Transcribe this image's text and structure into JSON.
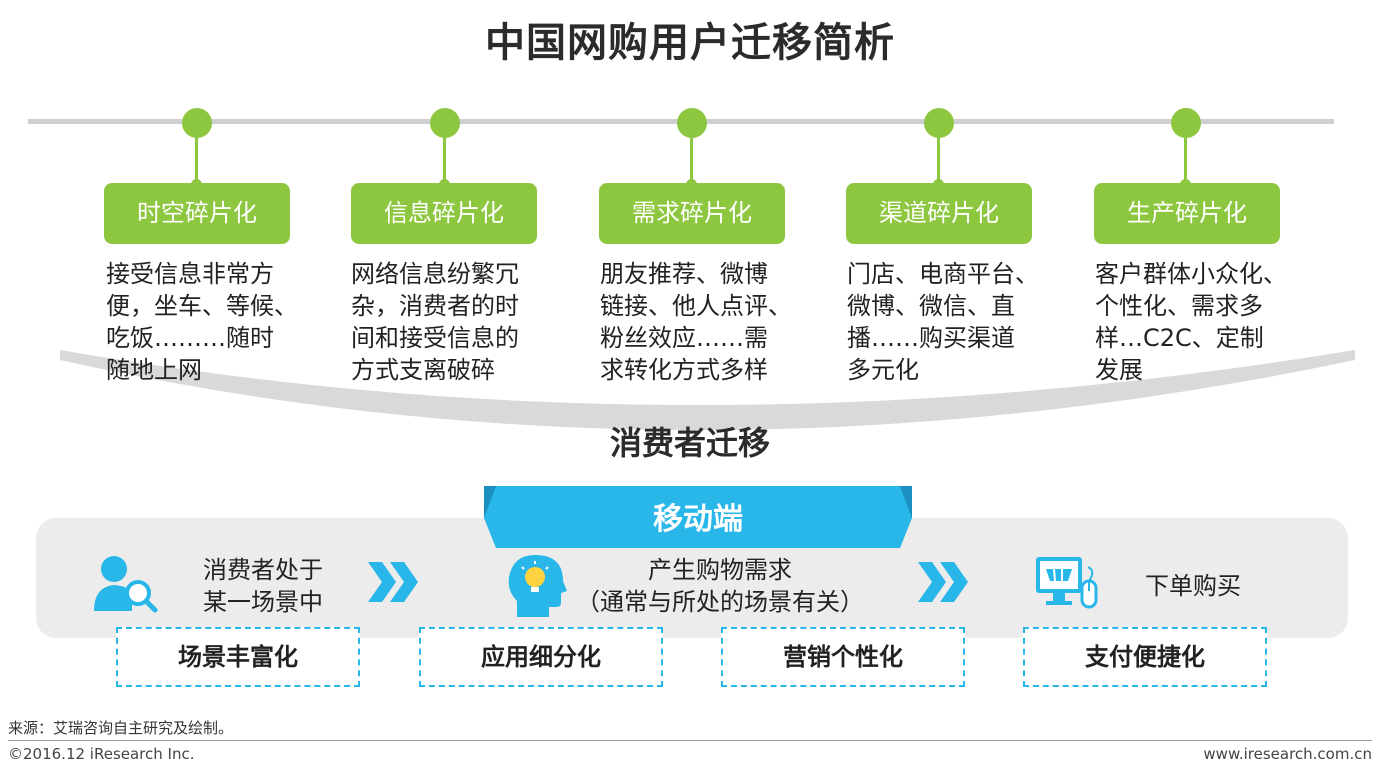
{
  "title": "中国网购用户迁移简析",
  "colors": {
    "green": "#8dc63f",
    "blue": "#29b6e8",
    "panel": "#ececec"
  },
  "fragments": [
    {
      "label": "时空碎片化",
      "desc_lines": [
        "接受信息非常方",
        "便，坐车、等候、",
        "吃饭………随时",
        "随地上网"
      ]
    },
    {
      "label": "信息碎片化",
      "desc_lines": [
        "网络信息纷繁冗",
        "杂，消费者的时",
        "间和接受信息的",
        "方式支离破碎"
      ]
    },
    {
      "label": "需求碎片化",
      "desc_lines": [
        "朋友推荐、微博",
        "链接、他人点评、",
        "粉丝效应……需",
        "求转化方式多样"
      ]
    },
    {
      "label": "渠道碎片化",
      "desc_lines": [
        "门店、电商平台、",
        "微博、微信、直",
        "播……购买渠道",
        "多元化"
      ]
    },
    {
      "label": "生产碎片化",
      "desc_lines": [
        "客户群体小众化、",
        "个性化、需求多",
        "样…C2C、定制",
        "发展"
      ]
    }
  ],
  "migration_label": "消费者迁移",
  "mobile_label": "移动端",
  "steps": [
    {
      "icon": "user-search-icon",
      "lines": [
        "消费者处于",
        "某一场景中"
      ]
    },
    {
      "icon": "head-lightbulb-icon",
      "lines": [
        "产生购物需求",
        "（通常与所处的场景有关）"
      ]
    },
    {
      "icon": "computer-cart-icon",
      "lines": [
        "下单购买"
      ]
    }
  ],
  "tags": [
    "场景丰富化",
    "应用细分化",
    "营销个性化",
    "支付便捷化"
  ],
  "source": "来源：艾瑞咨询自主研究及绘制。",
  "copyright": "©2016.12 iResearch  Inc.",
  "website": "www.iresearch.com.cn"
}
